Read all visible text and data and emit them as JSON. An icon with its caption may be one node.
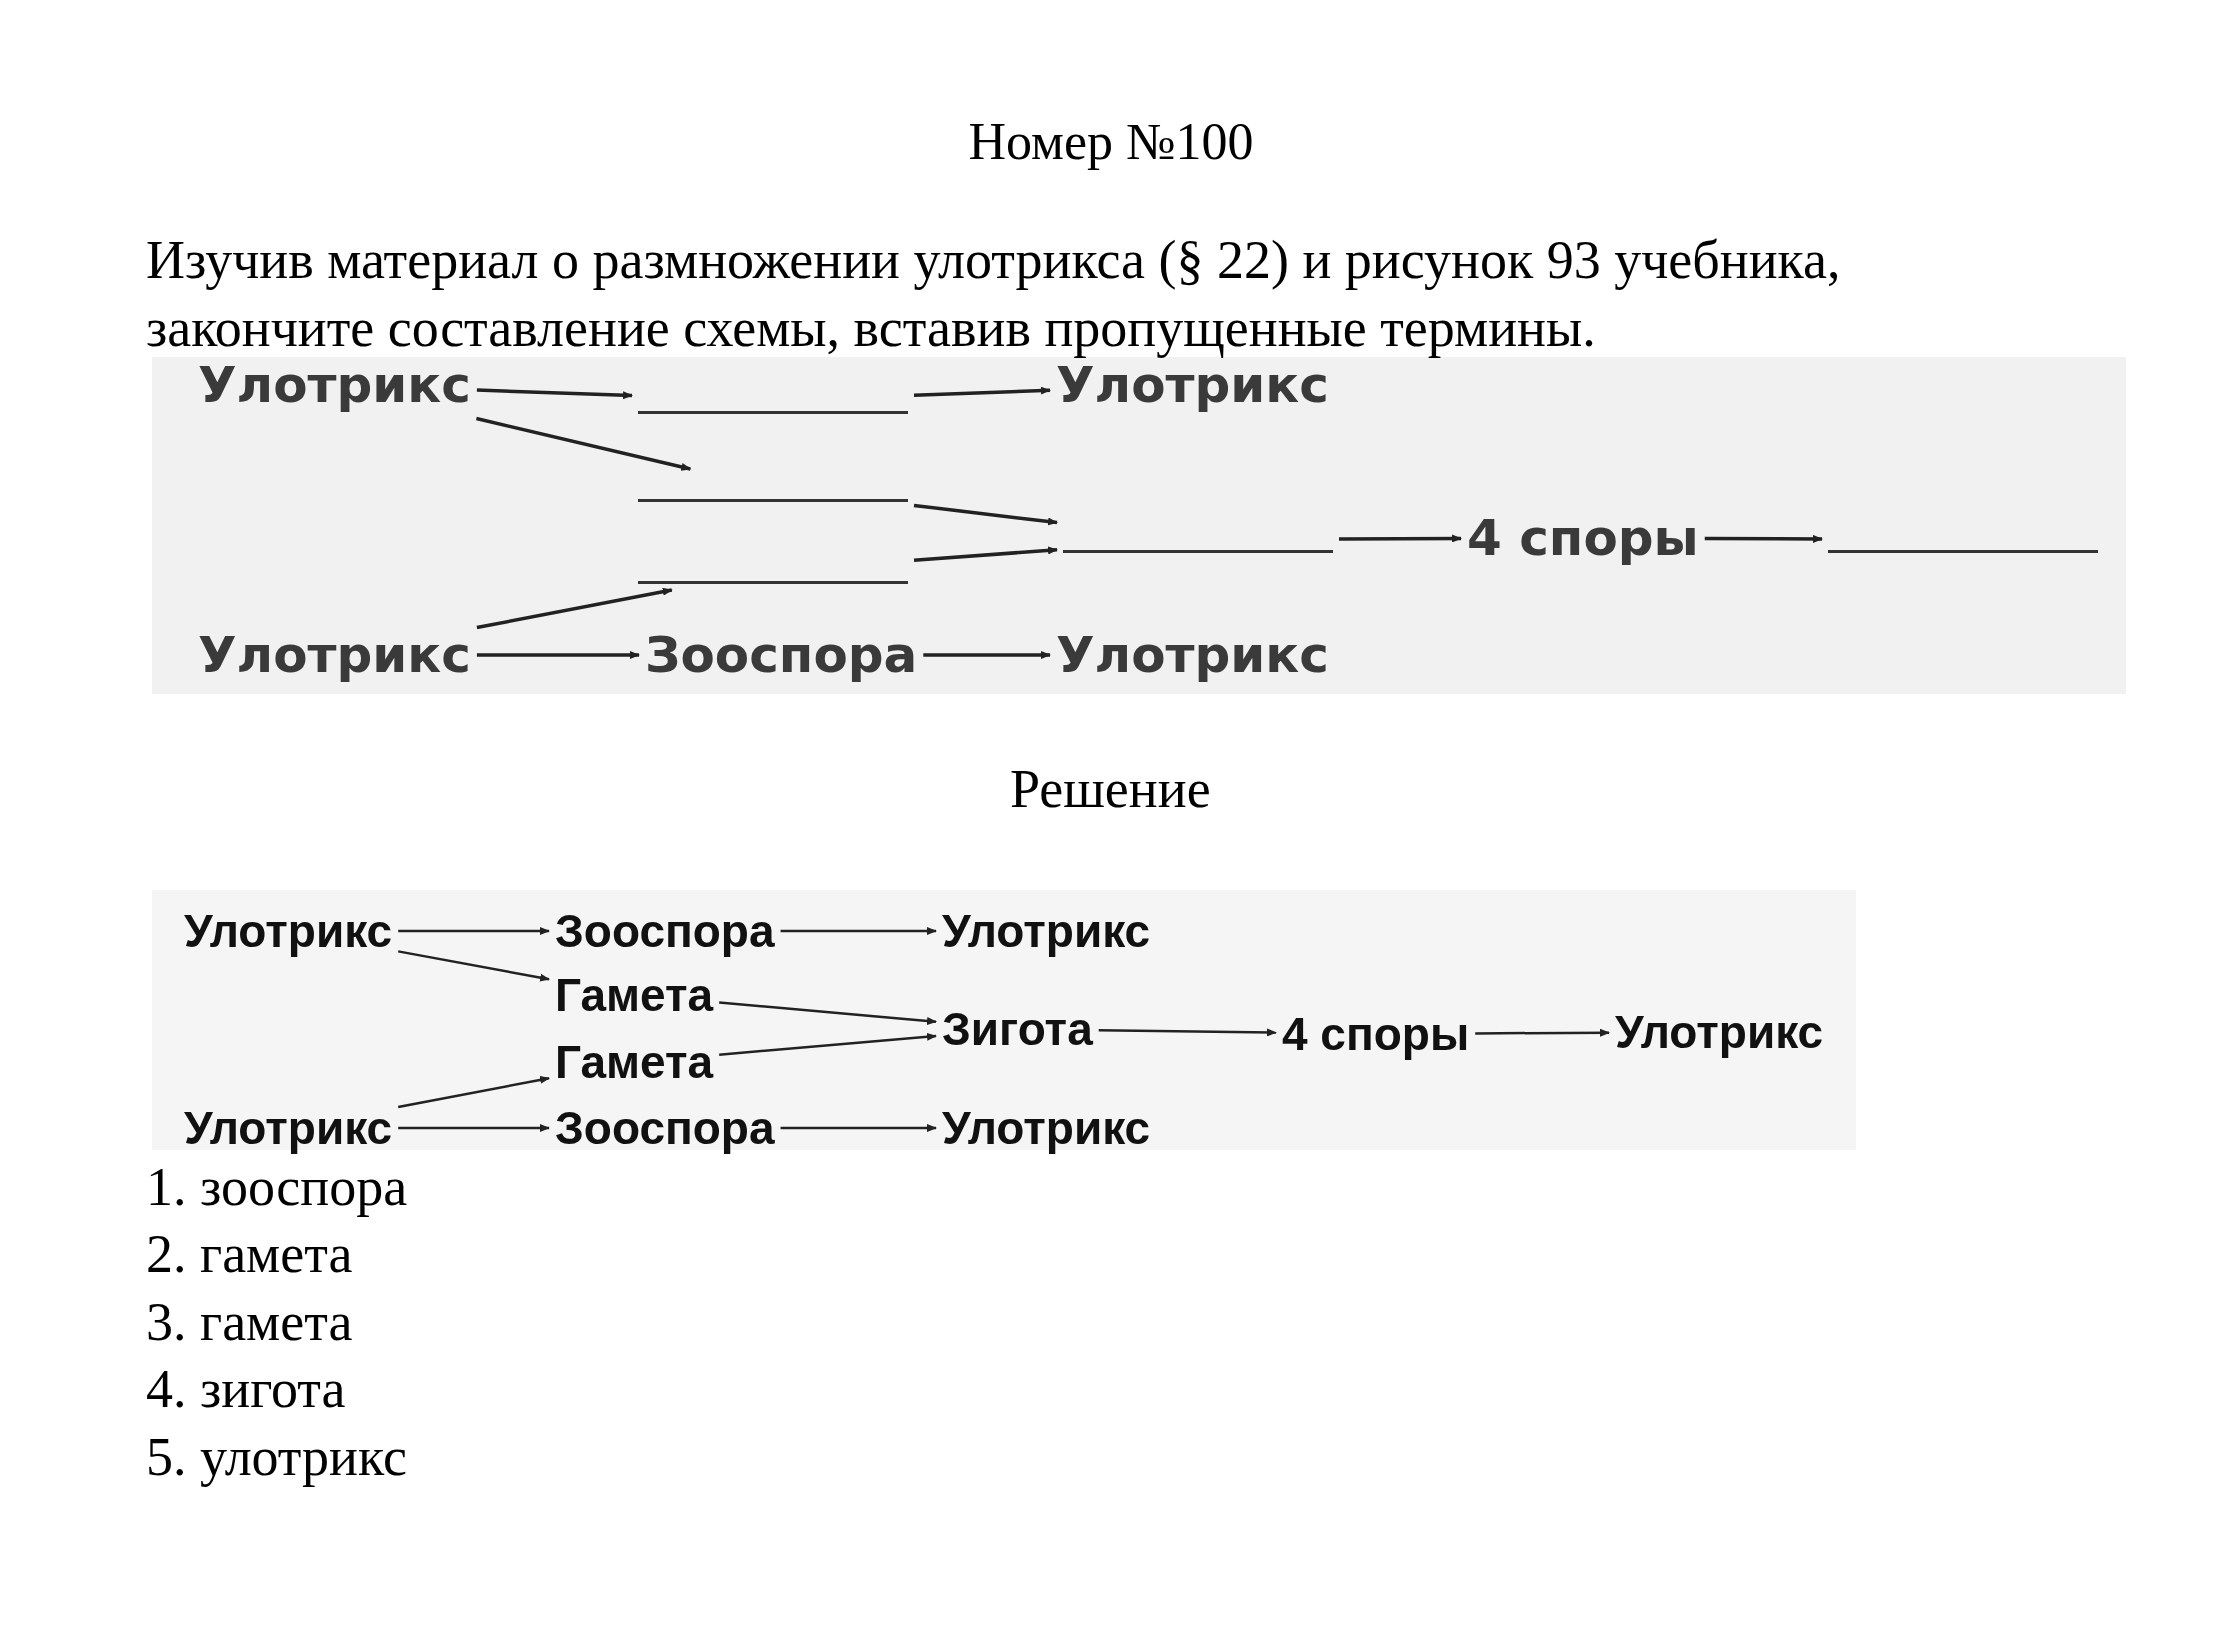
{
  "diagram": {
    "title": "Номер №100",
    "nodes": [
      {
        "text": [
          "Улотрикс"
        ]
      },
      {
        "text": [],
        "shape": "bar"
      },
      {
        "text": [
          "Улотрикс"
        ]
      },
      {
        "text": [],
        "shape": "bar"
      },
      {
        "text": [],
        "shape": "bar"
      },
      {
        "text": [],
        "shape": "bar"
      },
      {
        "text": [
          "4 споры"
        ]
      },
      {
        "text": [],
        "shape": "bar"
      },
      {
        "text": [
          "Улотрикс"
        ]
      },
      {
        "text": [
          "Зооспора"
        ]
      },
      {
        "text": [
          "Улотрикс"
        ]
      },
      {
        "text": [
          "Улотрикс"
        ]
      },
      {
        "text": [
          "Зооспора"
        ]
      },
      {
        "text": [
          "Улотрикс"
        ]
      },
      {
        "text": [
          "Гамета"
        ]
      },
      {
        "text": [
          "Гамета"
        ]
      },
      {
        "text": [
          "Зигота"
        ]
      },
      {
        "text": [
          "4 споры"
        ]
      },
      {
        "text": [
          "Улотрикс"
        ]
      },
      {
        "text": [
          "Улотрикс"
        ]
      },
      {
        "text": [
          "Зооспора"
        ]
      },
      {
        "text": [
          "Улотрикс"
        ]
      }
    ],
    "edges": [
      {
        "from": 0,
        "to": 1,
        "arrow": "to"
      },
      {
        "from": 1,
        "to": 2,
        "arrow": "to"
      },
      {
        "from": 0,
        "to": 3,
        "arrow": "to"
      },
      {
        "from": 3,
        "to": 5,
        "arrow": "to"
      },
      {
        "from": 4,
        "to": 5,
        "arrow": "to"
      },
      {
        "from": 5,
        "to": 6,
        "arrow": "to"
      },
      {
        "from": 6,
        "to": 7,
        "arrow": "to"
      },
      {
        "from": 8,
        "to": 4,
        "arrow": "to"
      },
      {
        "from": 8,
        "to": 9,
        "arrow": "to"
      },
      {
        "from": 9,
        "to": 10,
        "arrow": "to"
      },
      {
        "from": 11,
        "to": 12,
        "arrow": "to"
      },
      {
        "from": 12,
        "to": 13,
        "arrow": "to"
      },
      {
        "from": 11,
        "to": 14,
        "arrow": "to"
      },
      {
        "from": 14,
        "to": 16,
        "arrow": "to"
      },
      {
        "from": 15,
        "to": 16,
        "arrow": "to"
      },
      {
        "from": 16,
        "to": 17,
        "arrow": "to"
      },
      {
        "from": 17,
        "to": 18,
        "arrow": "to"
      },
      {
        "from": 19,
        "to": 15,
        "arrow": "to"
      },
      {
        "from": 19,
        "to": 20,
        "arrow": "to"
      },
      {
        "from": 20,
        "to": 21,
        "arrow": "to"
      }
    ],
    "labels": [
      "Изучив материал о размножении улотрикса (§ 22) и рисунок 93 учебника, закончите составление схемы, вставив пропущенные термины.",
      "Решение",
      "1. зооспора",
      "2. гамета",
      "3. гамета",
      "4. зигота",
      "5. улотрикс"
    ]
  }
}
